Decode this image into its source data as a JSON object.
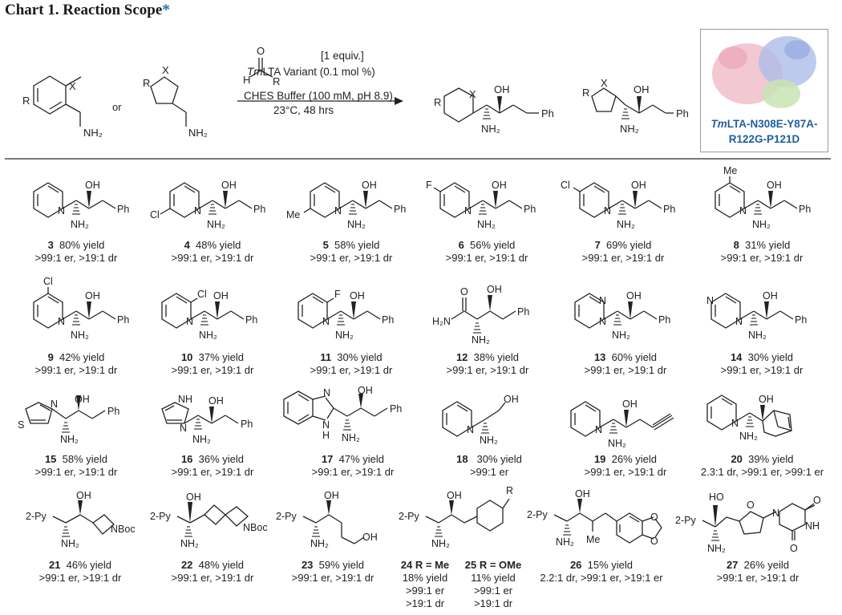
{
  "header": {
    "title": "Chart 1. Reaction Scope",
    "title_mark": "*"
  },
  "scheme": {
    "reagent_equiv": "[1 equiv.]",
    "catalyst_italic": "Tm",
    "catalyst_rest": "LTA Variant (0.1 mol %)",
    "buffer": "CHES Buffer (100 mM, pH 8.9)",
    "temp_time": "23°C, 48 hrs",
    "or_label": "or",
    "enzyme_italic": "Tm",
    "enzyme_line1": "LTA-N308E-Y87A-",
    "enzyme_line2": "R122G-P121D"
  },
  "labels": {
    "X": "X",
    "R": "R",
    "O": "O",
    "H": "H",
    "OH": "OH",
    "NH2": "NH₂",
    "Ph": "Ph",
    "N": "N",
    "NH": "NH",
    "S": "S",
    "Cl": "Cl",
    "F": "F",
    "Me": "Me",
    "H2N": "H₂N",
    "NBoc": "NBoc",
    "2Py": "2-Py"
  },
  "compounds": [
    {
      "num": "3",
      "yield": "80% yield",
      "sel": ">99:1 er, >19:1 dr"
    },
    {
      "num": "4",
      "yield": "48% yield",
      "sel": ">99:1 er, >19:1 dr"
    },
    {
      "num": "5",
      "yield": "58% yield",
      "sel": ">99:1 er, >19:1 dr"
    },
    {
      "num": "6",
      "yield": "56% yield",
      "sel": ">99:1 er, >19:1 dr"
    },
    {
      "num": "7",
      "yield": "69% yield",
      "sel": ">99:1 er, >19:1 dr"
    },
    {
      "num": "8",
      "yield": "31% yield",
      "sel": ">99:1 er, >19:1 dr"
    },
    {
      "num": "9",
      "yield": "42% yield",
      "sel": ">99:1 er, >19:1 dr"
    },
    {
      "num": "10",
      "yield": "37% yield",
      "sel": ">99:1 er, >19:1 dr"
    },
    {
      "num": "11",
      "yield": "30% yield",
      "sel": ">99:1 er, >19:1 dr"
    },
    {
      "num": "12",
      "yield": "38% yield",
      "sel": ">99:1 er, >19:1 dr"
    },
    {
      "num": "13",
      "yield": "60% yield",
      "sel": ">99:1 er, >19:1 dr"
    },
    {
      "num": "14",
      "yield": "30% yield",
      "sel": ">99:1 er, >19:1 dr"
    },
    {
      "num": "15",
      "yield": "58% yield",
      "sel": ">99:1 er, >19:1 dr"
    },
    {
      "num": "16",
      "yield": "36% yield",
      "sel": ">99:1 er, >19:1 dr"
    },
    {
      "num": "17",
      "yield": "47% yield",
      "sel": ">99:1 er, >19:1 dr"
    },
    {
      "num": "18",
      "yield": "30% yield",
      "sel": ">99:1 er"
    },
    {
      "num": "19",
      "yield": "26% yield",
      "sel": ">99:1 er, >19:1 dr"
    },
    {
      "num": "20",
      "yield": "39% yield",
      "sel": "2.3:1 dr, >99:1 er, >99:1 er"
    },
    {
      "num": "21",
      "yield": "46% yield",
      "sel": ">99:1 er, >19:1 dr"
    },
    {
      "num": "22",
      "yield": "48% yield",
      "sel": ">99:1 er, >19:1 dr"
    },
    {
      "num": "23",
      "yield": "59% yield",
      "sel": ">99:1 er, >19:1 dr"
    },
    {
      "num": "24 R = Me",
      "yield": "18% yield",
      "sel": ">99:1 er",
      "sel2": ">19:1 dr"
    },
    {
      "num": "25 R = OMe",
      "yield": "11% yield",
      "sel": ">99:1 er",
      "sel2": ">19:1 dr"
    },
    {
      "num": "26",
      "yield": "15% yield",
      "sel": "2.2:1 dr, >99:1 er, >19:1 er"
    },
    {
      "num": "27",
      "yield": "26% yeild",
      "sel": ">99:1 er, >19:1 dr"
    }
  ]
}
